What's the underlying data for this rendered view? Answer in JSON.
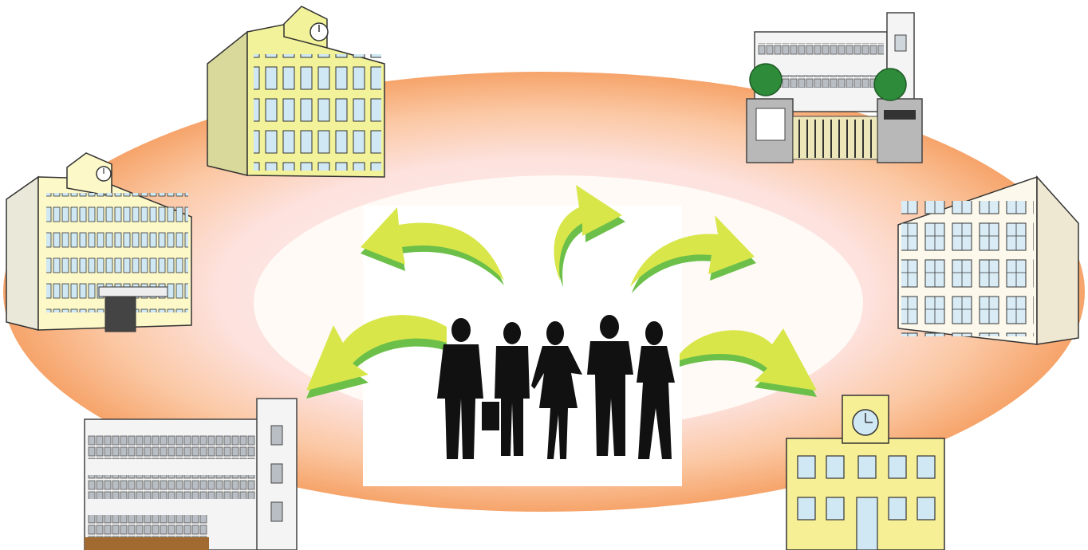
{
  "scene": {
    "colors": {
      "ring_outer": "#f6a46a",
      "ring_inner": "#fde7e4",
      "center": "#fffaf6",
      "arrow_face": "#d9e64a",
      "arrow_side": "#6cc04a",
      "silhouette": "#111111",
      "building_yellow": "#f2f29a",
      "building_cream": "#fdf8ec",
      "window_blue": "#cfe8f4"
    },
    "buildings": [
      {
        "name": "clock-tower-school-top"
      },
      {
        "name": "gated-school-top-right"
      },
      {
        "name": "clock-tower-school-left"
      },
      {
        "name": "tall-school-right"
      },
      {
        "name": "gray-school-bottom-left"
      },
      {
        "name": "clock-school-bottom-right"
      }
    ],
    "people_count": 5,
    "arrow_count": 5
  }
}
